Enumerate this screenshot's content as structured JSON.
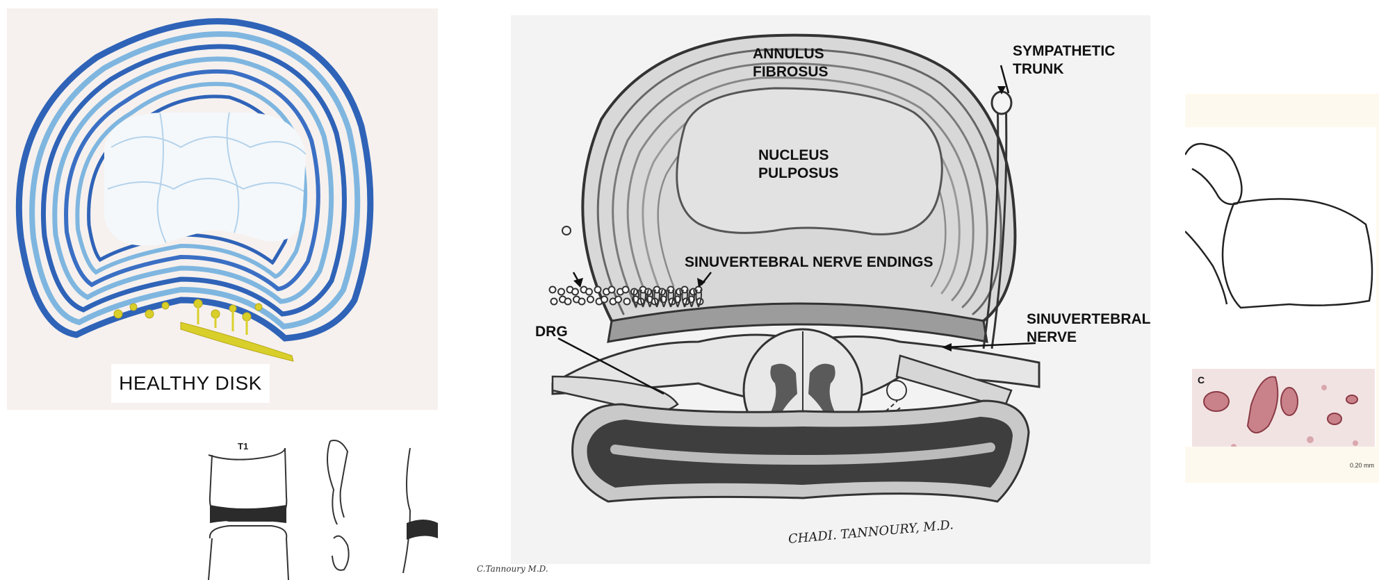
{
  "left_panel": {
    "label": "HEALTHY DISK",
    "secondary_label": "T1",
    "small_signature": "C.Tannoury M.D."
  },
  "main_diagram": {
    "labels": {
      "annulus_fibrosus": [
        "ANNULUS",
        "FIBROSUS"
      ],
      "sympathetic_trunk": [
        "SYMPATHETIC",
        "TRUNK"
      ],
      "nucleus_pulposus": [
        "NUCLEUS",
        "PULPOSUS"
      ],
      "nerve_endings": "SINUVERTEBRAL NERVE ENDINGS",
      "drg": "DRG",
      "sinuvertebral_nerve": [
        "SINUVERTEBRAL",
        "NERVE"
      ]
    },
    "signature": "CHADI. TANNOURY, M.D."
  },
  "right_panel": {
    "panel_letter": "C",
    "scale_bar": "0.20 mm"
  },
  "colors": {
    "disk_blue": "#2f63b8",
    "disk_light_blue": "#7fb6e0",
    "nerve_yellow": "#d9cf2a",
    "pencil": "#333333",
    "histology_pink": "#c9828a"
  }
}
